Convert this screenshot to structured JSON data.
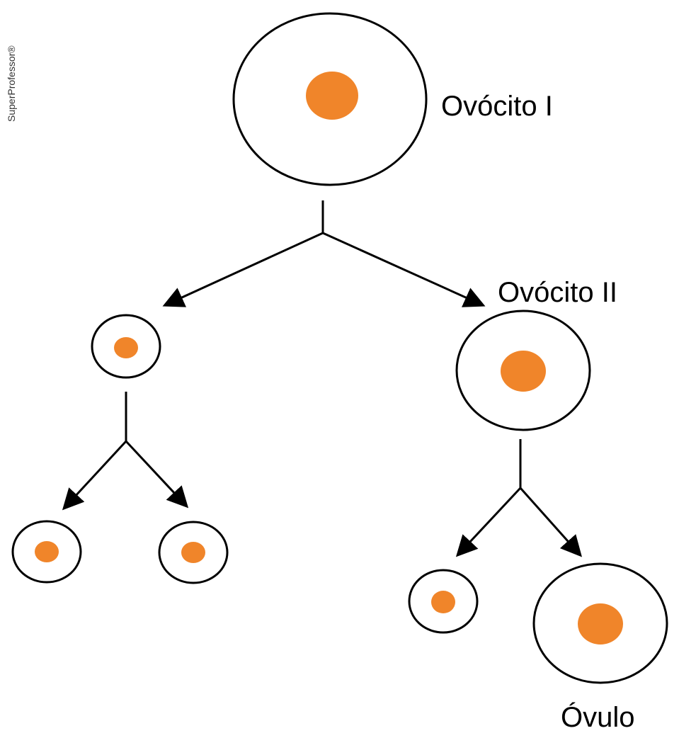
{
  "watermark": "SuperProfessor®",
  "colors": {
    "nucleus": "#F0852A",
    "outline": "#000000",
    "background": "#ffffff"
  },
  "labels": {
    "oocyte_1": "Ovócito I",
    "oocyte_2": "Ovócito II",
    "ovum": "Óvulo"
  }
}
